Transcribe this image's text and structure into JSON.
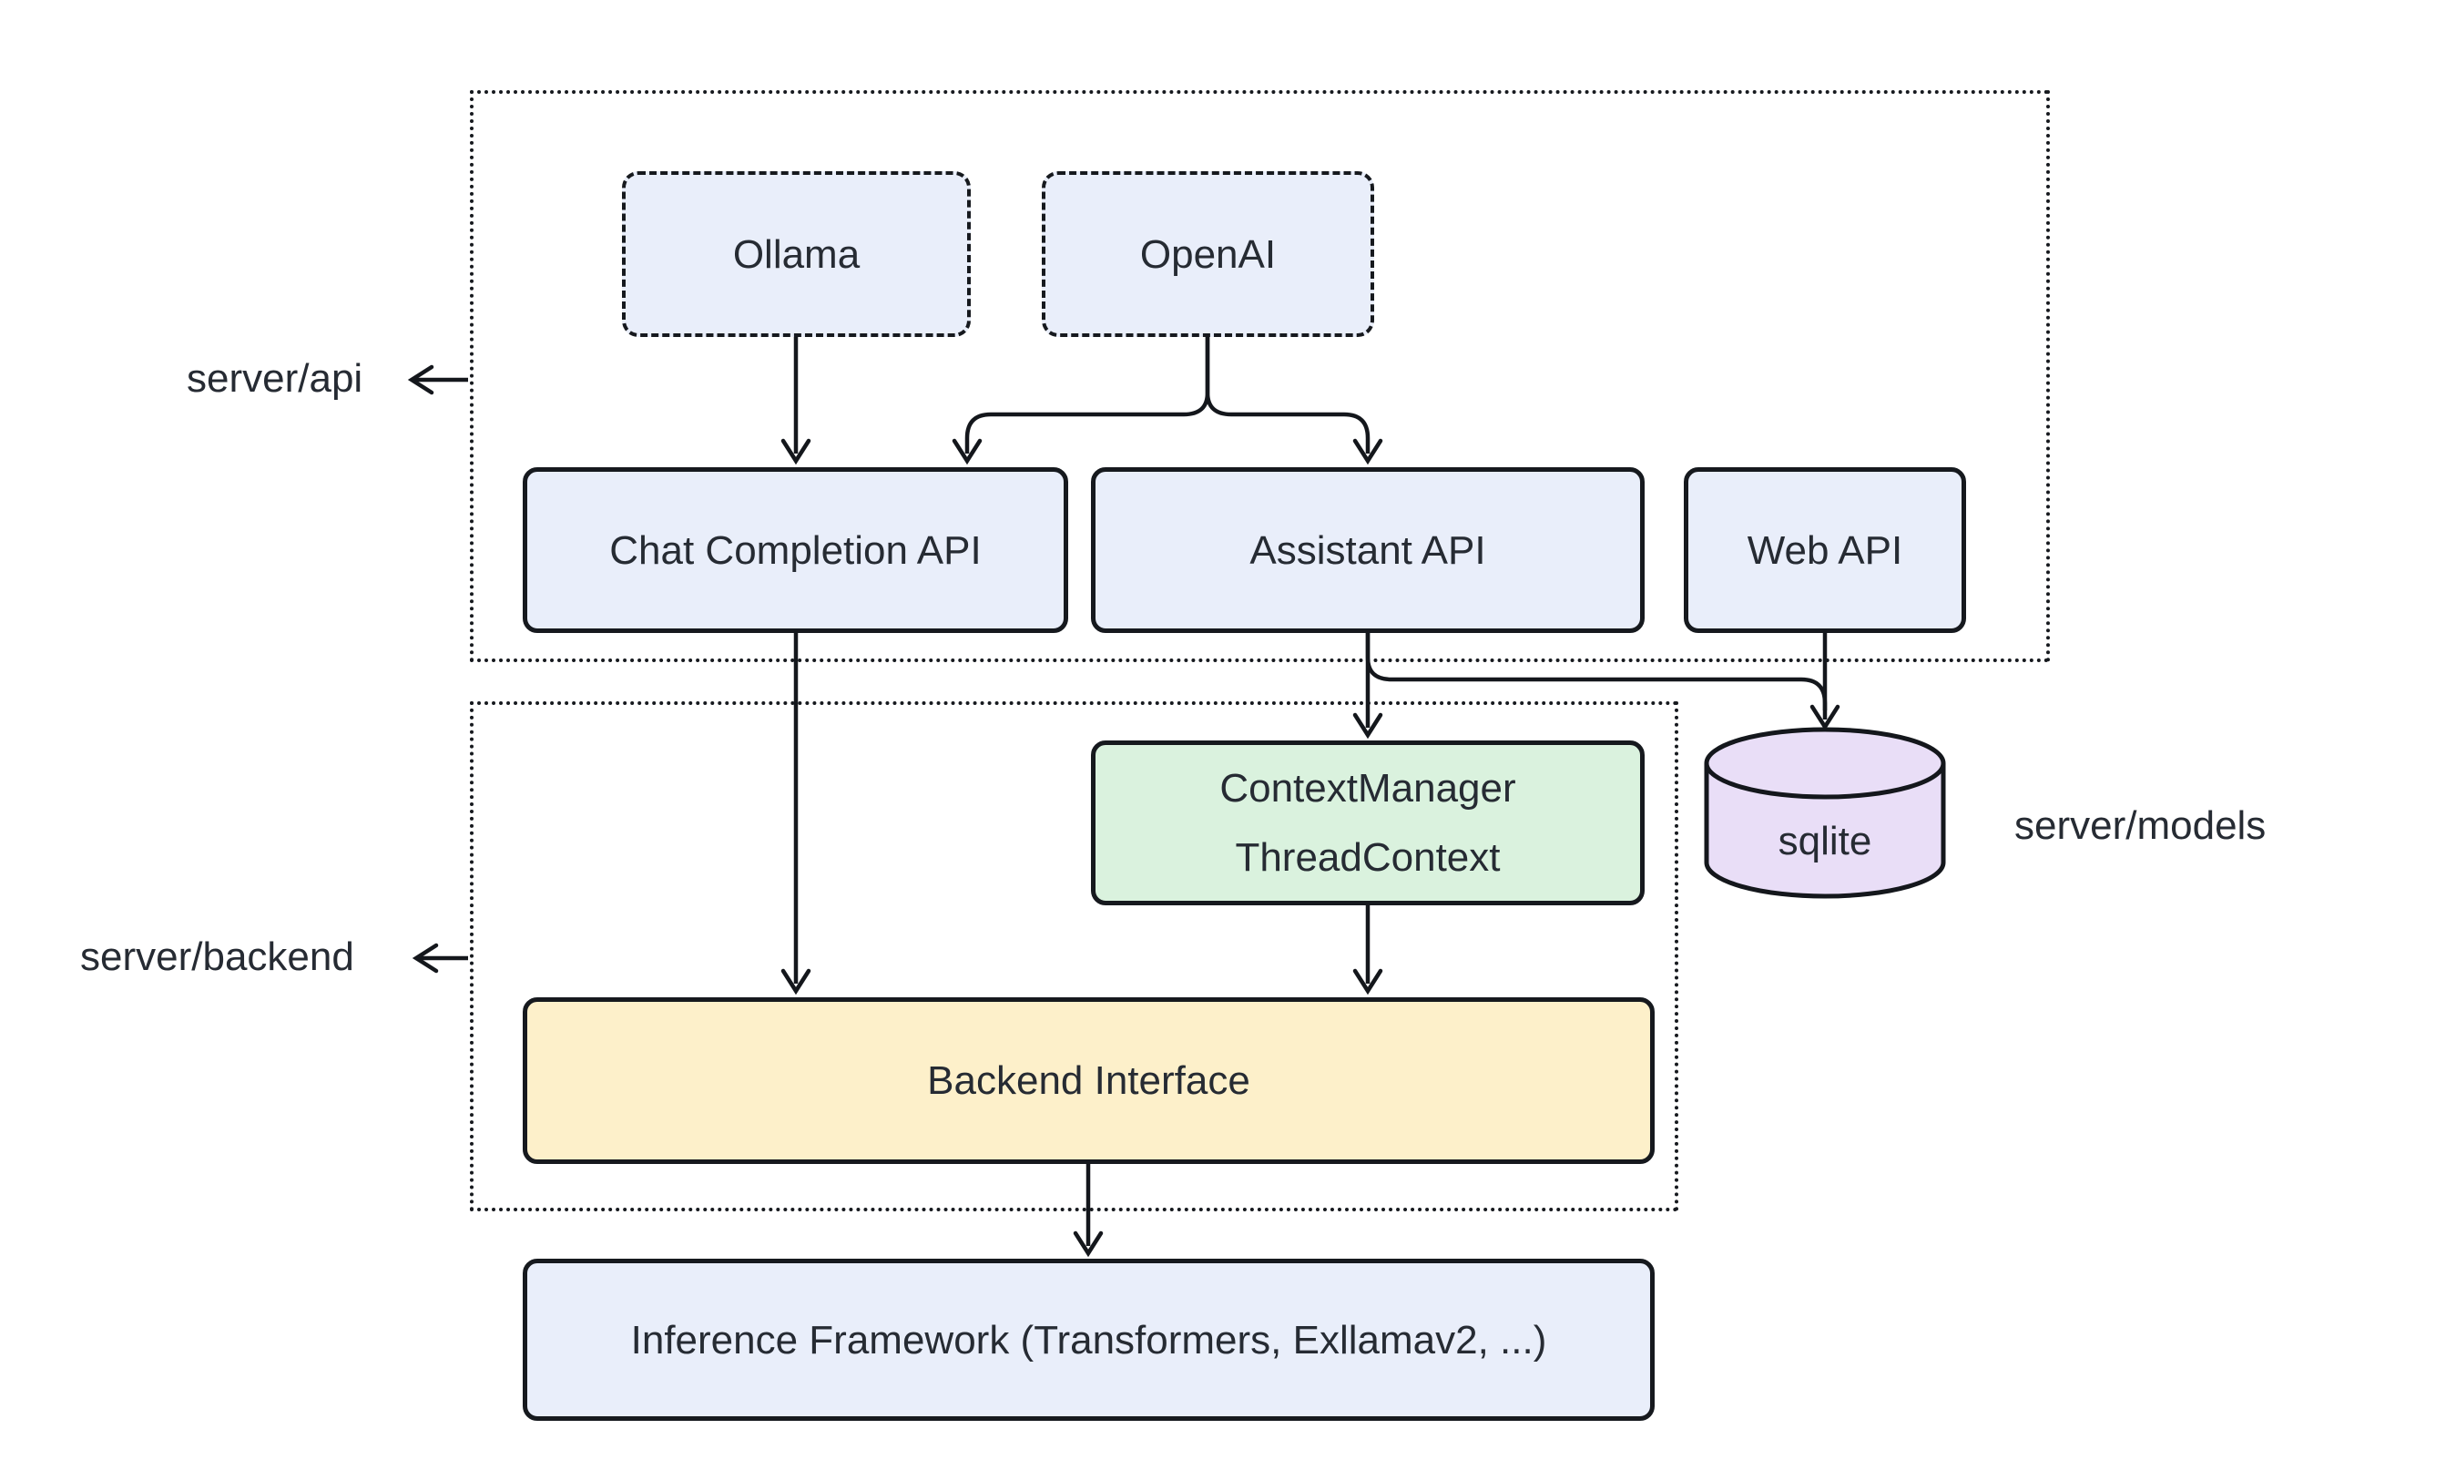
{
  "groups": {
    "api": {
      "label": "server/api"
    },
    "backend": {
      "label": "server/backend"
    },
    "models": {
      "label": "server/models"
    }
  },
  "nodes": {
    "ollama": {
      "label": "Ollama"
    },
    "openai": {
      "label": "OpenAI"
    },
    "chat_completion_api": {
      "label": "Chat Completion API"
    },
    "assistant_api": {
      "label": "Assistant API"
    },
    "web_api": {
      "label": "Web API"
    },
    "context_manager": {
      "line1": "ContextManager",
      "line2": "ThreadContext"
    },
    "sqlite": {
      "label": "sqlite"
    },
    "backend_interface": {
      "label": "Backend Interface"
    },
    "inference_framework": {
      "label": "Inference Framework (Transformers, Exllamav2, ...)"
    }
  },
  "edges": [
    {
      "from": "Ollama",
      "to": "Chat Completion API"
    },
    {
      "from": "OpenAI",
      "to": "Chat Completion API"
    },
    {
      "from": "OpenAI",
      "to": "Assistant API"
    },
    {
      "from": "Chat Completion API",
      "to": "Backend Interface"
    },
    {
      "from": "Assistant API",
      "to": "ContextManager ThreadContext"
    },
    {
      "from": "Assistant API",
      "to": "sqlite"
    },
    {
      "from": "Web API",
      "to": "sqlite"
    },
    {
      "from": "ContextManager ThreadContext",
      "to": "Backend Interface"
    },
    {
      "from": "Backend Interface",
      "to": "Inference Framework (Transformers, Exllamav2, ...)"
    }
  ],
  "colors": {
    "node_blue": "#e9eefa",
    "node_green": "#daf2de",
    "node_yellow": "#fdf0ca",
    "node_purple": "#e9def7",
    "line": "#14171c",
    "text": "#262b33",
    "background": "#ffffff"
  }
}
